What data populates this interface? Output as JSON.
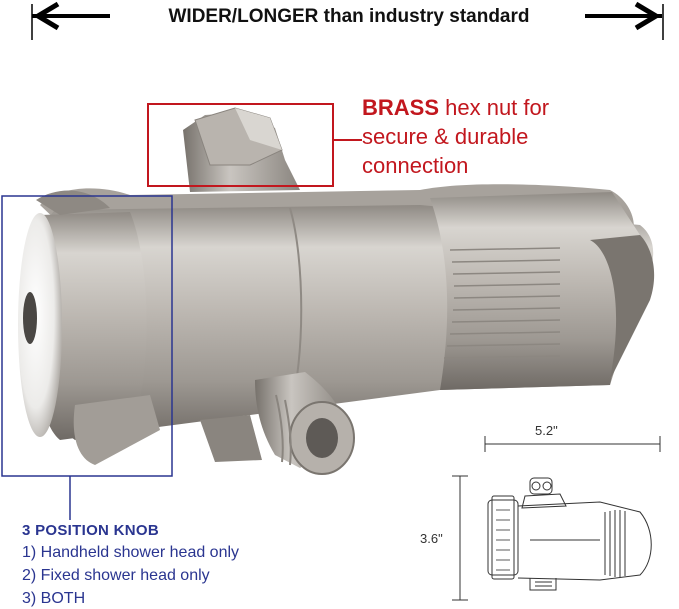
{
  "headline": "WIDER/LONGER than industry standard",
  "brass_callout": {
    "highlight": "BRASS",
    "rest_line1": " hex nut for",
    "line2": "secure & durable",
    "line3": "connection",
    "color": "#c2171e"
  },
  "knob_callout": {
    "title": "3 POSITION KNOB",
    "options": [
      "1) Handheld shower head only",
      "2) Fixed shower head only",
      "3) BOTH"
    ],
    "color": "#2a3590"
  },
  "dimensions": {
    "width": "5.2\"",
    "height": "3.6\""
  }
}
